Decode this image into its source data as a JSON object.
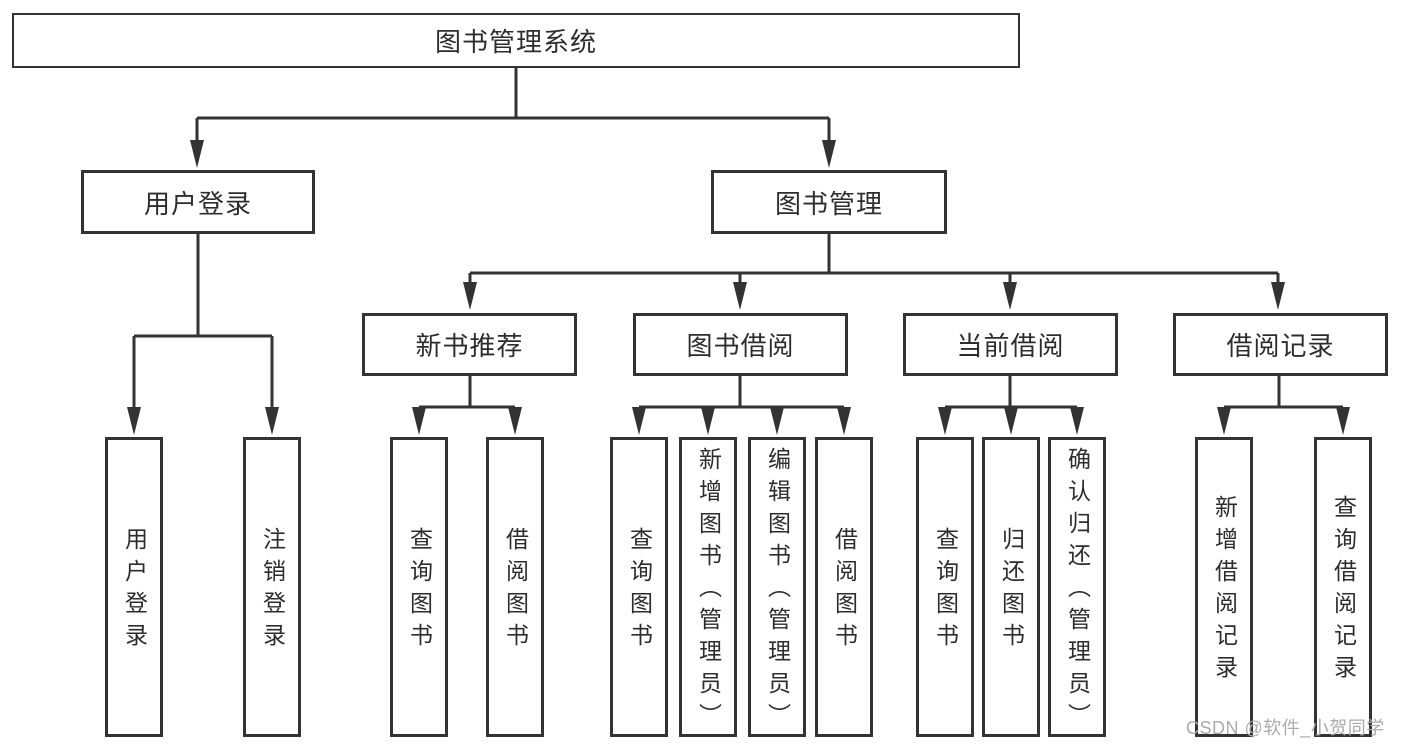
{
  "diagram": {
    "title": "图书管理系统",
    "level2": [
      "用户登录",
      "图书管理"
    ],
    "level3": [
      "新书推荐",
      "图书借阅",
      "当前借阅",
      "借阅记录"
    ],
    "leaves": {
      "user_login": [
        "用户登录",
        "注销登录"
      ],
      "new_book_recommend": [
        "查询图书",
        "借阅图书"
      ],
      "book_borrowing": [
        "查询图书",
        "新增图书（管理员）",
        "编辑图书（管理员）",
        "借阅图书"
      ],
      "current_borrowing": [
        "查询图书",
        "归还图书",
        "确认归还（管理员）"
      ],
      "borrowing_records": [
        "新增借阅记录",
        "查询借阅记录"
      ]
    },
    "watermark": "CSDN @软件_小贺同学",
    "colors": {
      "line": "#333333",
      "text": "#2d2d2d",
      "background": "#ffffff",
      "watermark": "#ababab"
    }
  }
}
